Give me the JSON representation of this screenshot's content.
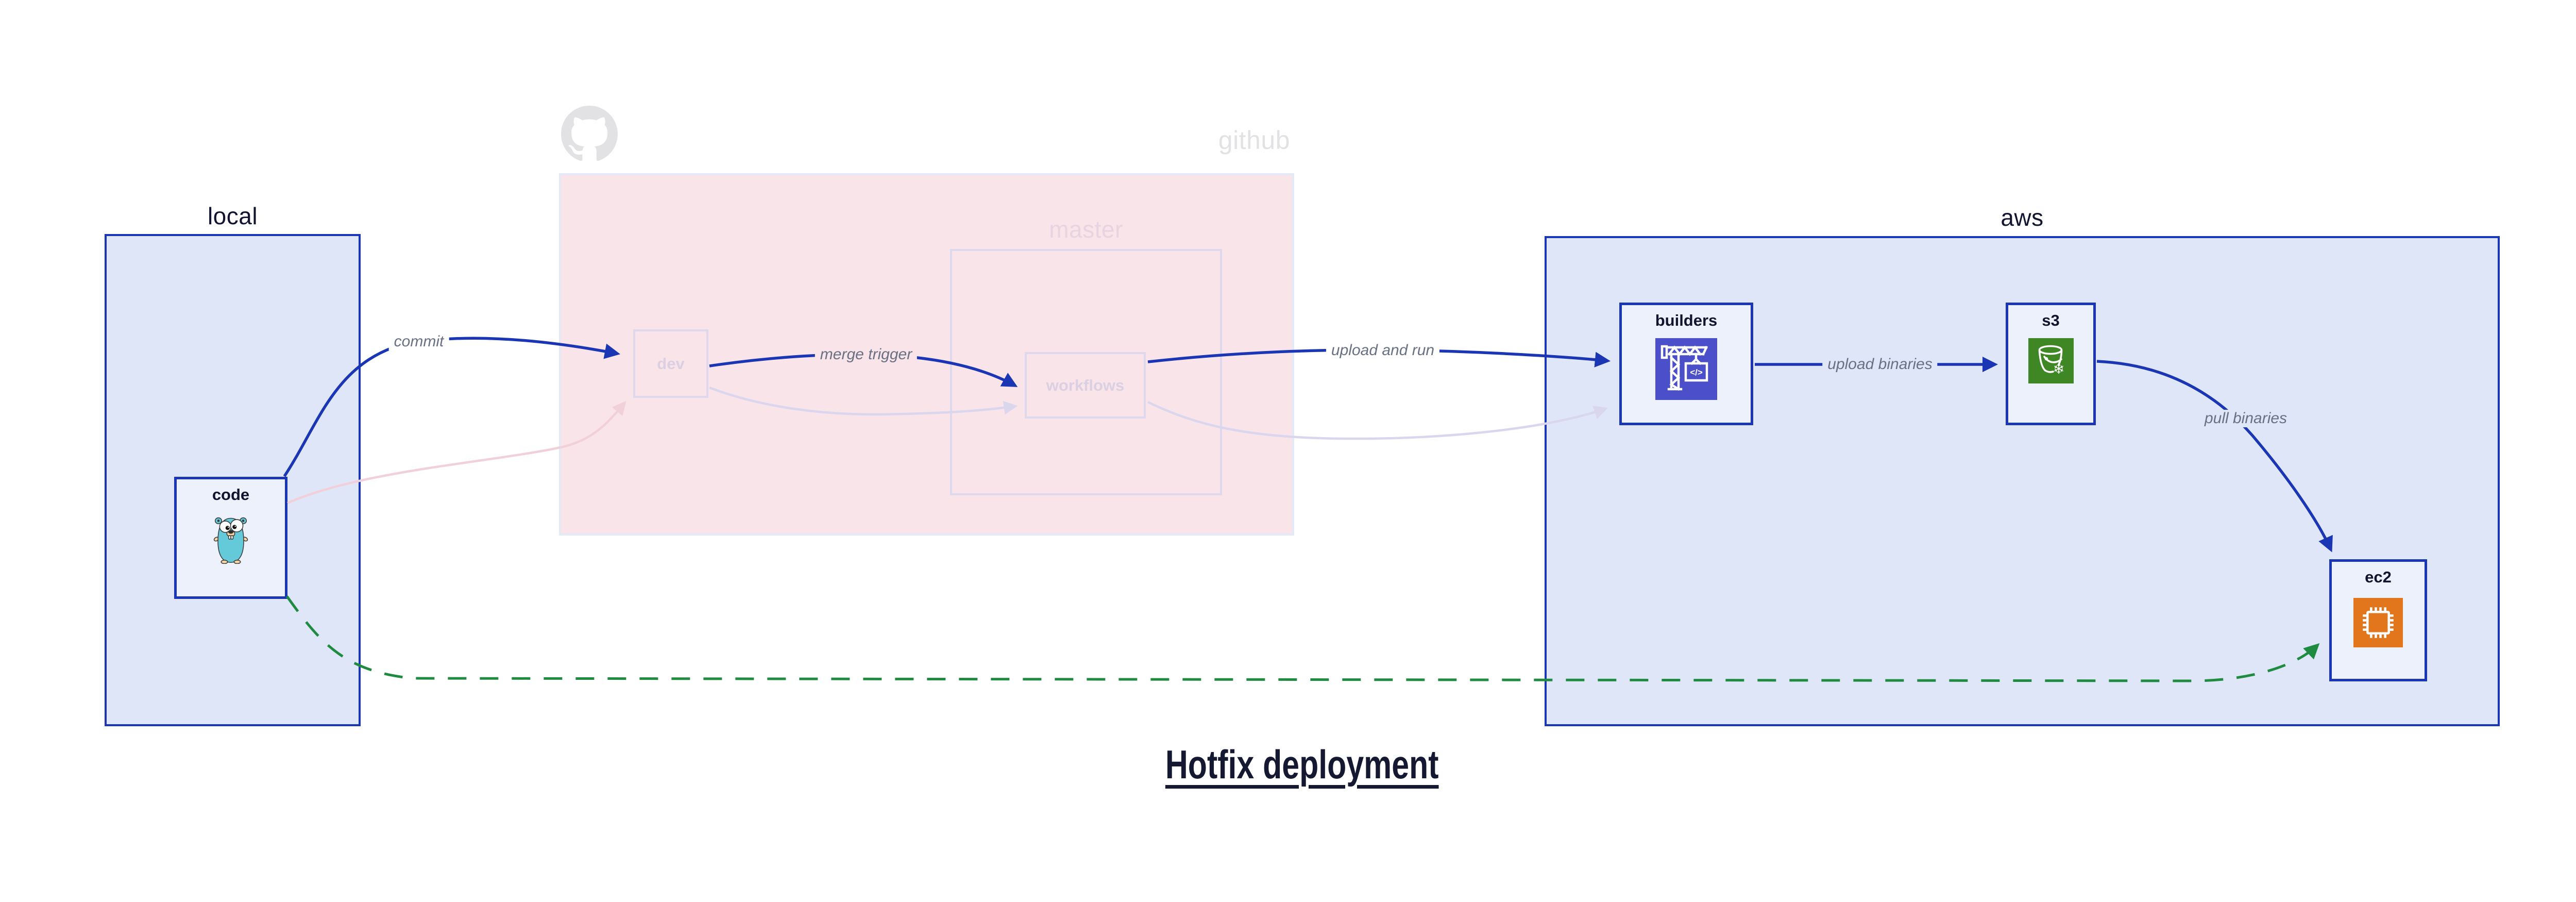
{
  "title": {
    "text": "Hotfix deployment"
  },
  "regions": {
    "local": {
      "label": "local"
    },
    "github": {
      "label": "github"
    },
    "master": {
      "label": "master"
    },
    "aws": {
      "label": "aws"
    }
  },
  "nodes": {
    "code": {
      "label": "code",
      "icon": "go-gopher-icon"
    },
    "dev": {
      "label": "dev"
    },
    "workflows": {
      "label": "workflows"
    },
    "builders": {
      "label": "builders",
      "icon": "codebuild-crane-icon",
      "icon_text": "</>"
    },
    "s3": {
      "label": "s3",
      "icon": "s3-bucket-snowflake-icon",
      "icon_glyph": "❄"
    },
    "ec2": {
      "label": "ec2",
      "icon": "ec2-chip-icon"
    }
  },
  "edges": [
    {
      "id": "commit",
      "label": "commit",
      "from": "code",
      "to": "dev",
      "style": "solid-blue"
    },
    {
      "id": "merge-trigger",
      "label": "merge trigger",
      "from": "dev",
      "to": "workflows",
      "style": "solid-blue"
    },
    {
      "id": "upload-and-run",
      "label": "upload and run",
      "from": "workflows",
      "to": "builders",
      "style": "solid-blue"
    },
    {
      "id": "upload-binaries",
      "label": "upload binaries",
      "from": "builders",
      "to": "s3",
      "style": "solid-blue"
    },
    {
      "id": "pull-binaries",
      "label": "pull binaries",
      "from": "s3",
      "to": "ec2",
      "style": "solid-blue"
    },
    {
      "id": "hotfix-path",
      "label": "",
      "from": "code",
      "to": "ec2",
      "style": "dashed-green"
    },
    {
      "id": "code-dev-faded",
      "label": "",
      "from": "code",
      "to": "dev",
      "style": "faded-pink"
    },
    {
      "id": "dev-workflows-faded",
      "label": "",
      "from": "dev",
      "to": "workflows",
      "style": "faded-lavender"
    },
    {
      "id": "workflows-builders-faded",
      "label": "",
      "from": "workflows",
      "to": "builders",
      "style": "faded-lavender"
    }
  ],
  "colors": {
    "blue": "#1b36b4",
    "green": "#1f8b41",
    "region_fill": "#dfe6f8",
    "node_fill": "#edf1fb",
    "pink_fill": "#f9e4ea",
    "pink_border": "#e3e9f7",
    "faded_border": "#ded8ec",
    "faded_text": "#dad0e2",
    "master_text": "#e6d4e0",
    "gray_text": "#e2e2e5",
    "faded_pink_edge": "#f2d0da",
    "faded_lavender_edge": "#d9d6ee",
    "label_gray": "#687083",
    "ink": "#10142f",
    "builders_bg": "#4b4fc9",
    "s3_bg": "#3f8624",
    "ec2_bg": "#e2761c",
    "gopher_teal": "#64c9d9",
    "paw_tan": "#f7d3a0"
  }
}
